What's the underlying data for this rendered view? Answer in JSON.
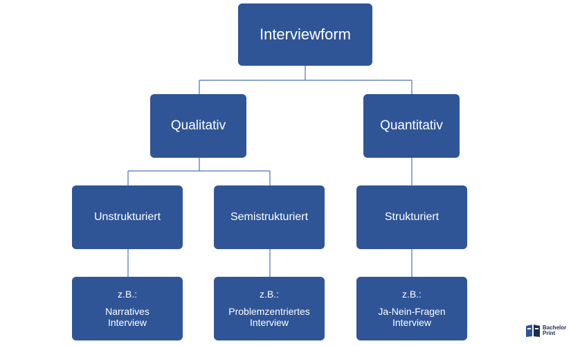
{
  "diagram": {
    "root": {
      "label": "Interviewform"
    },
    "qualitativ": {
      "label": "Qualitativ"
    },
    "quantitativ": {
      "label": "Quantitativ"
    },
    "unstrukturiert": {
      "label": "Unstrukturiert",
      "example_prefix": "z.B.:",
      "example": "Narratives\nInterview"
    },
    "semistrukturiert": {
      "label": "Semistrukturiert",
      "example_prefix": "z.B.:",
      "example": "Problemzentriertes\nInterview"
    },
    "strukturiert": {
      "label": "Strukturiert",
      "example_prefix": "z.B.:",
      "example": "Ja-Nein-Fragen\nInterview"
    }
  },
  "branding": {
    "name_line1": "Bachelor",
    "name_line2": "Print"
  },
  "colors": {
    "node_fill": "#2F5597",
    "node_text": "#FFFFFF",
    "connector": "#4A6FB5",
    "background": "#FFFFFF"
  }
}
